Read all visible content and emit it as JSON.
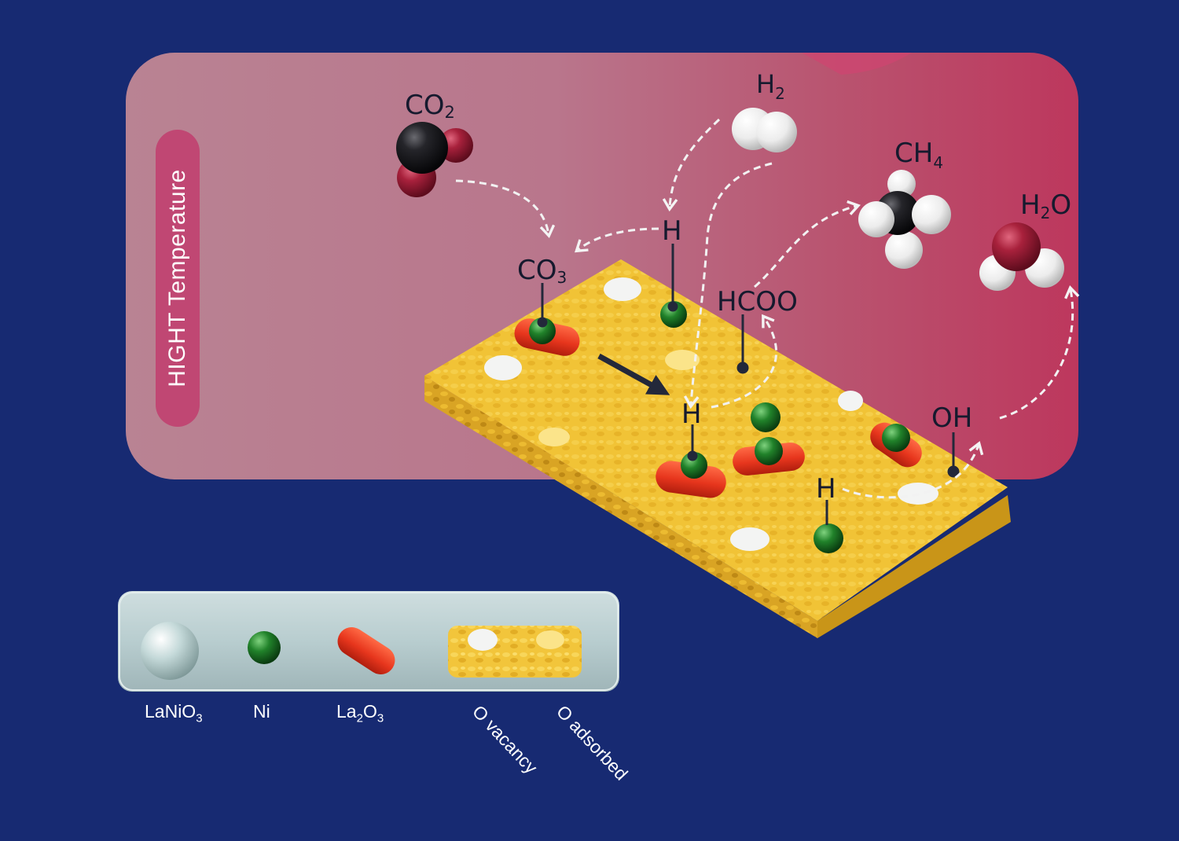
{
  "panel": {
    "title": "HIGHT Temperature"
  },
  "species": [
    {
      "id": "co2",
      "base": "CO",
      "sub": "2"
    },
    {
      "id": "h2",
      "base": "H",
      "sub": "2"
    },
    {
      "id": "ch4",
      "base": "CH",
      "sub": "4"
    },
    {
      "id": "h2o",
      "base": "H",
      "sub": "2",
      "tail": "O"
    },
    {
      "id": "h-top",
      "base": "H"
    },
    {
      "id": "co3",
      "base": "CO",
      "sub": "3"
    },
    {
      "id": "hcoo",
      "base": "HCOO"
    },
    {
      "id": "h-mid",
      "base": "H"
    },
    {
      "id": "oh",
      "base": "OH"
    },
    {
      "id": "h-low",
      "base": "H"
    }
  ],
  "legend": [
    {
      "id": "lanio3",
      "label": "LaNiO",
      "sub": "3"
    },
    {
      "id": "ni",
      "label": "Ni"
    },
    {
      "id": "la2o3",
      "label": "La",
      "sub": "2",
      "mid": "O",
      "sub2": "3"
    },
    {
      "id": "o-vacancy",
      "label": "O vacancy"
    },
    {
      "id": "o-adsorbed",
      "label": "O adsorbed"
    }
  ],
  "colors": {
    "background": "#172a72",
    "panel_left": "#b97f90",
    "panel_right": "#bb3c63",
    "support": "#f2c53b",
    "ni": "#1f7d24",
    "la2o3": "#e7361d",
    "carbon": "#1b1b1d",
    "oxygen": "#9a1f36",
    "hydrogen": "#eeeeee",
    "lanio3": "#b9cfcf",
    "label_dark": "#161a2e",
    "label_light": "#ffffff"
  }
}
